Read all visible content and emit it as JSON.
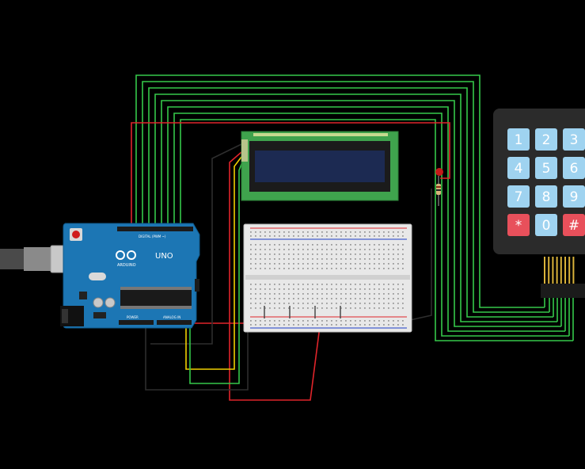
{
  "arduino": {
    "logo_text": "ARDUINO",
    "model": "UNO",
    "digital_label": "DIGITAL (PWM ~)",
    "power_label": "POWER",
    "analog_label": "ANALOG IN"
  },
  "keypad": {
    "keys": [
      "1",
      "2",
      "3",
      "4",
      "5",
      "6",
      "7",
      "8",
      "9",
      "*",
      "0",
      "#"
    ],
    "colors": {
      "number_key": "#9fd3f0",
      "star_key": "#e8505b",
      "hash_key": "#e8505b",
      "body": "#2b2b2b"
    }
  },
  "lcd": {
    "colors": {
      "board": "#3fa34d",
      "screen": "#1c2a52"
    }
  },
  "wire_colors": {
    "green": "#35c84a",
    "red": "#e0242a",
    "black": "#2e2e2e",
    "yellow": "#f0d000"
  },
  "icons": [
    "usb-connector-icon",
    "reset-button-icon",
    "power-jack-icon"
  ]
}
